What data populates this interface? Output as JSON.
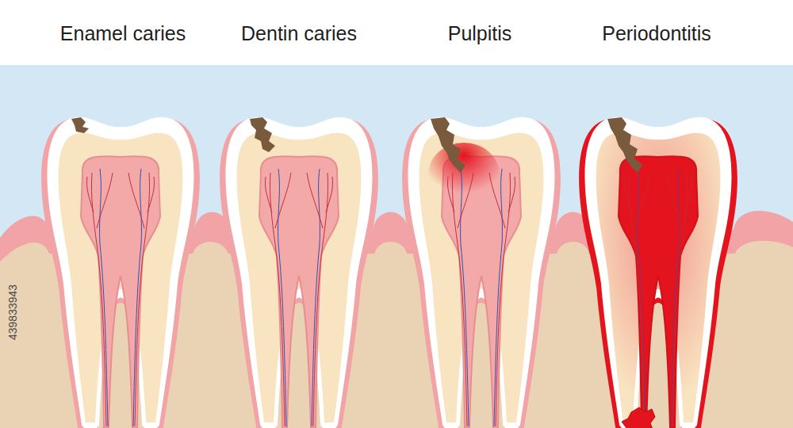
{
  "diagram": {
    "labels": [
      "Enamel caries",
      "Dentin caries",
      "Pulpitis",
      "Periodontitis",
      "439833943"
    ]
  }
}
